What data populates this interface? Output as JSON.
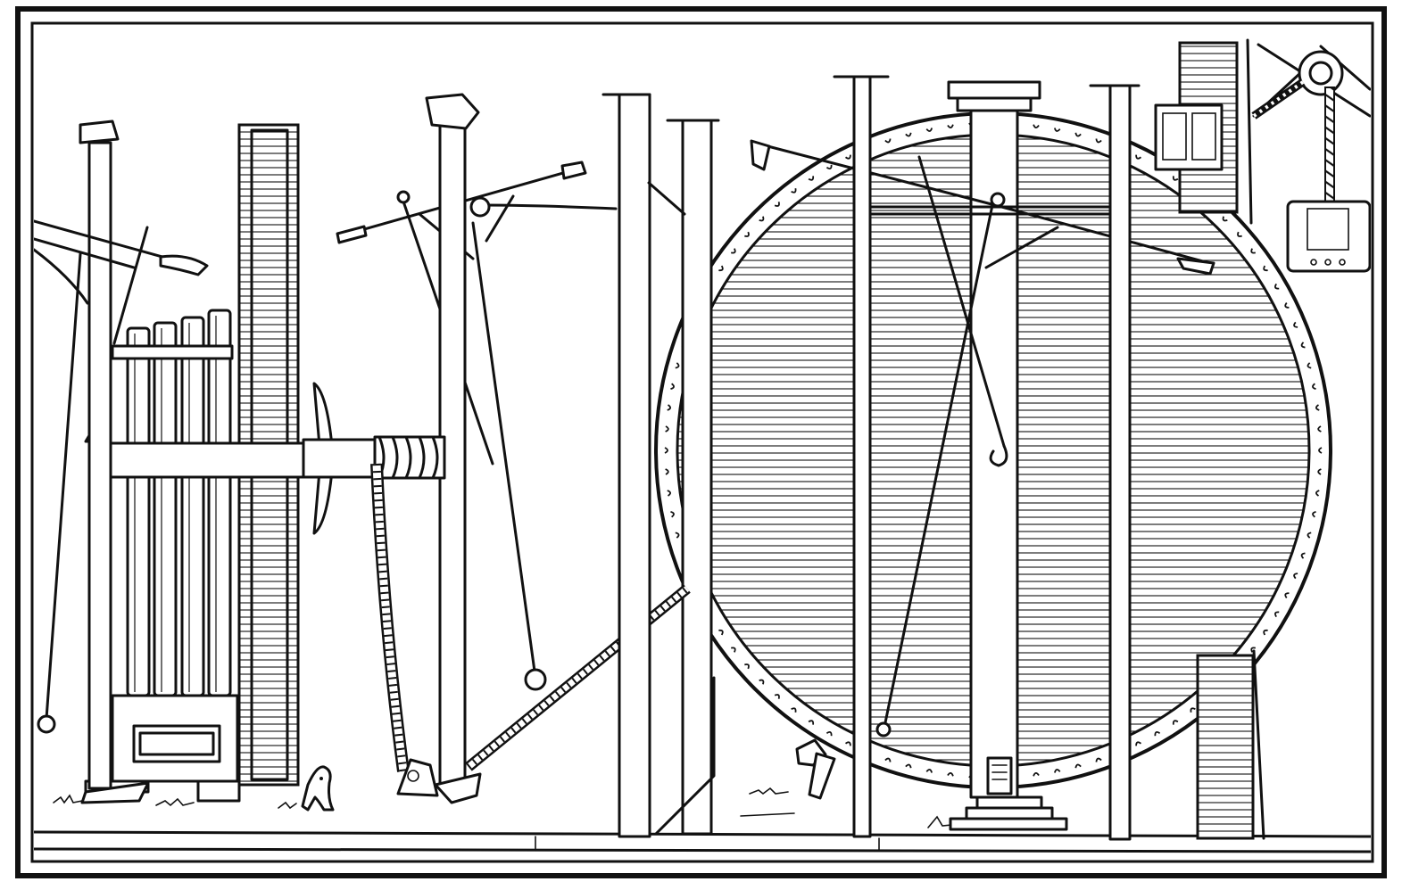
{
  "colors": {
    "ink": "#111111",
    "paper": "#ffffff"
  },
  "icons": {
    "frame": "double-border-frame",
    "wheel": "large-hatched-wheel",
    "pulley": "pulley-wheel",
    "rope": "twisted-rope",
    "crank": "hand-crank"
  }
}
